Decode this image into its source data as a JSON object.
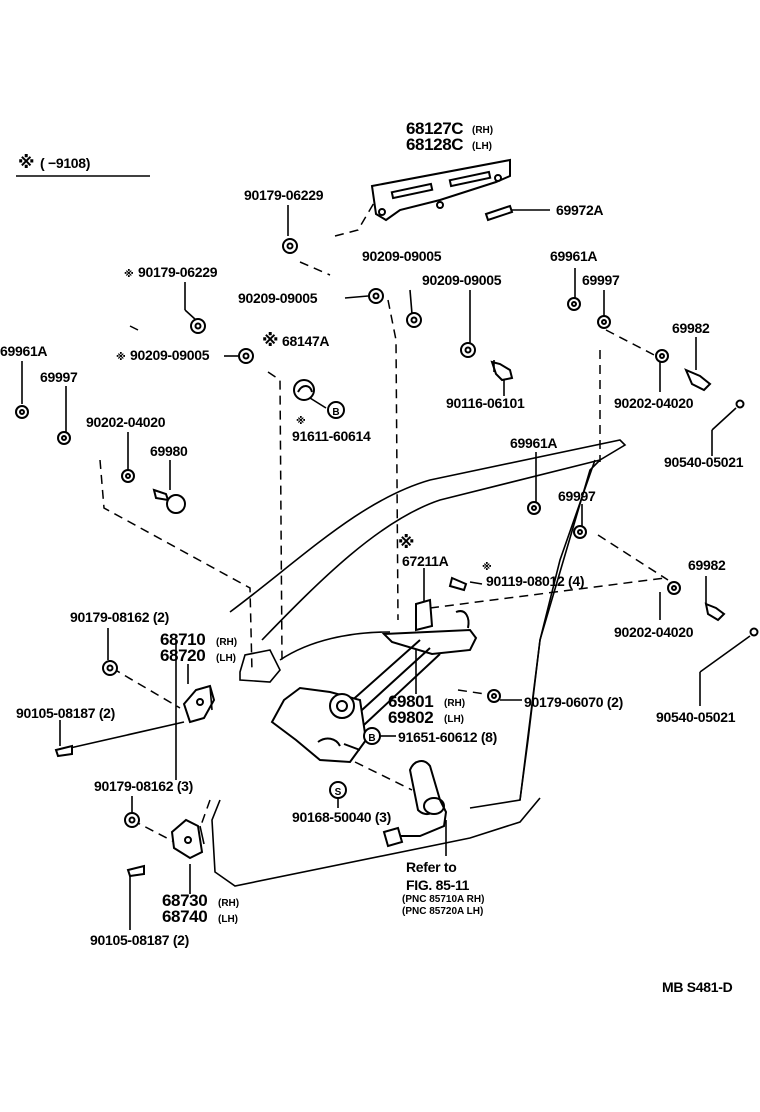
{
  "header_note": {
    "symbol": "※",
    "range": "(     −9108)"
  },
  "diagram_code": "MB S481-D",
  "parts": [
    {
      "id": "p68127",
      "lines": [
        "68127C",
        "68128C"
      ],
      "suffixes": [
        "(RH)",
        "(LH)"
      ]
    },
    {
      "id": "p69972",
      "lines": [
        "69972A"
      ]
    },
    {
      "id": "p90179a",
      "lines": [
        "90179-06229"
      ]
    },
    {
      "id": "p90209a",
      "lines": [
        "90209-09005"
      ]
    },
    {
      "id": "p90209b",
      "lines": [
        "90209-09005"
      ]
    },
    {
      "id": "p90209c",
      "lines": [
        "90209-09005"
      ]
    },
    {
      "id": "p69961a",
      "lines": [
        "69961A"
      ]
    },
    {
      "id": "p69997a",
      "lines": [
        "69997"
      ]
    },
    {
      "id": "p90179b",
      "lines": [
        "90179-06229"
      ],
      "mark": "※"
    },
    {
      "id": "p69982a",
      "lines": [
        "69982"
      ]
    },
    {
      "id": "p90209d",
      "lines": [
        "90209-09005"
      ],
      "mark": "※"
    },
    {
      "id": "p68147",
      "lines": [
        "68147A"
      ],
      "mark": "※"
    },
    {
      "id": "p69961b",
      "lines": [
        "69961A"
      ]
    },
    {
      "id": "p90116",
      "lines": [
        "90116-06101"
      ]
    },
    {
      "id": "p90202a",
      "lines": [
        "90202-04020"
      ]
    },
    {
      "id": "p69997b",
      "lines": [
        "69997"
      ]
    },
    {
      "id": "p91611",
      "lines": [
        "91611-60614"
      ],
      "mark": "※"
    },
    {
      "id": "p90202b",
      "lines": [
        "90202-04020"
      ]
    },
    {
      "id": "p90540a",
      "lines": [
        "90540-05021"
      ]
    },
    {
      "id": "p69980",
      "lines": [
        "69980"
      ]
    },
    {
      "id": "p69961c",
      "lines": [
        "69961A"
      ]
    },
    {
      "id": "p69997c",
      "lines": [
        "69997"
      ]
    },
    {
      "id": "p67211",
      "lines": [
        "67211A"
      ],
      "mark": "※"
    },
    {
      "id": "p90119",
      "lines": [
        "90119-08012 (4)"
      ],
      "mark": "※"
    },
    {
      "id": "p69982b",
      "lines": [
        "69982"
      ]
    },
    {
      "id": "p90179c",
      "lines": [
        "90179-08162 (2)"
      ]
    },
    {
      "id": "p90202c",
      "lines": [
        "90202-04020"
      ]
    },
    {
      "id": "p68710",
      "lines": [
        "68710",
        "68720"
      ],
      "suffixes": [
        "(RH)",
        "(LH)"
      ]
    },
    {
      "id": "p90540b",
      "lines": [
        "90540-05021"
      ]
    },
    {
      "id": "p69801",
      "lines": [
        "69801",
        "69802"
      ],
      "suffixes": [
        "(RH)",
        "(LH)"
      ]
    },
    {
      "id": "p90179d",
      "lines": [
        "90179-06070 (2)"
      ]
    },
    {
      "id": "p90105a",
      "lines": [
        "90105-08187 (2)"
      ]
    },
    {
      "id": "p91651",
      "lines": [
        "91651-60612 (8)"
      ],
      "circle": "B"
    },
    {
      "id": "p90179e",
      "lines": [
        "90179-08162 (3)"
      ]
    },
    {
      "id": "p90168",
      "lines": [
        "90168-50040 (3)"
      ]
    },
    {
      "id": "pRefer",
      "lines": [
        "Refer to",
        "FIG. 85-11"
      ],
      "pnc": [
        "(PNC 85710A RH)",
        "(PNC 85720A LH)"
      ]
    },
    {
      "id": "p68730",
      "lines": [
        "68730",
        "68740"
      ],
      "suffixes": [
        "(RH)",
        "(LH)"
      ]
    },
    {
      "id": "p90105b",
      "lines": [
        "90105-08187 (2)"
      ]
    }
  ],
  "callouts": {
    "b1": "B",
    "s1": "S"
  }
}
